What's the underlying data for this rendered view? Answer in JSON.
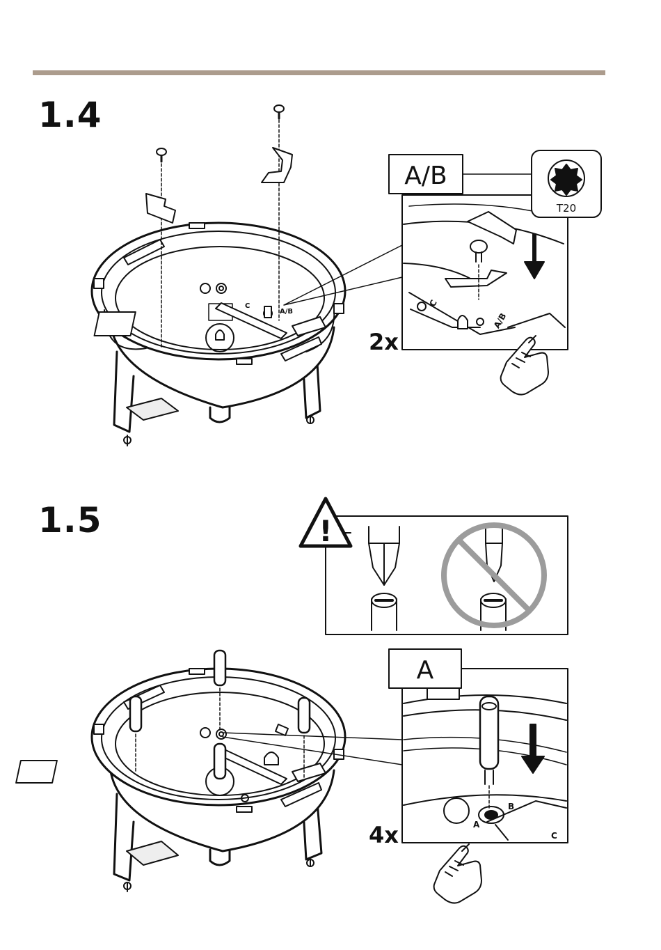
{
  "page": {
    "accent_color": "#ac9c8d",
    "line_color": "#111111",
    "fill_light": "#f4f4f4",
    "prohibit_color": "#9c9c9c"
  },
  "steps": [
    {
      "number": "1.4",
      "callout_label": "A/B",
      "tool_label": "T20",
      "quantity": "2x",
      "icons": [
        "torx-t20-icon",
        "down-arrow-icon",
        "pointing-hand-icon",
        "screw-icon",
        "bracket-icon"
      ],
      "base_markings": [
        "C",
        "A/B"
      ]
    },
    {
      "number": "1.5",
      "callout_label": "A",
      "quantity": "4x",
      "warning_symbol": "!",
      "icons": [
        "warning-triangle-icon",
        "flat-screwdriver-icon",
        "prohibited-icon",
        "down-arrow-icon",
        "pointing-hand-icon",
        "standoff-icon"
      ],
      "base_markings": [
        "A",
        "B",
        "C"
      ]
    }
  ]
}
